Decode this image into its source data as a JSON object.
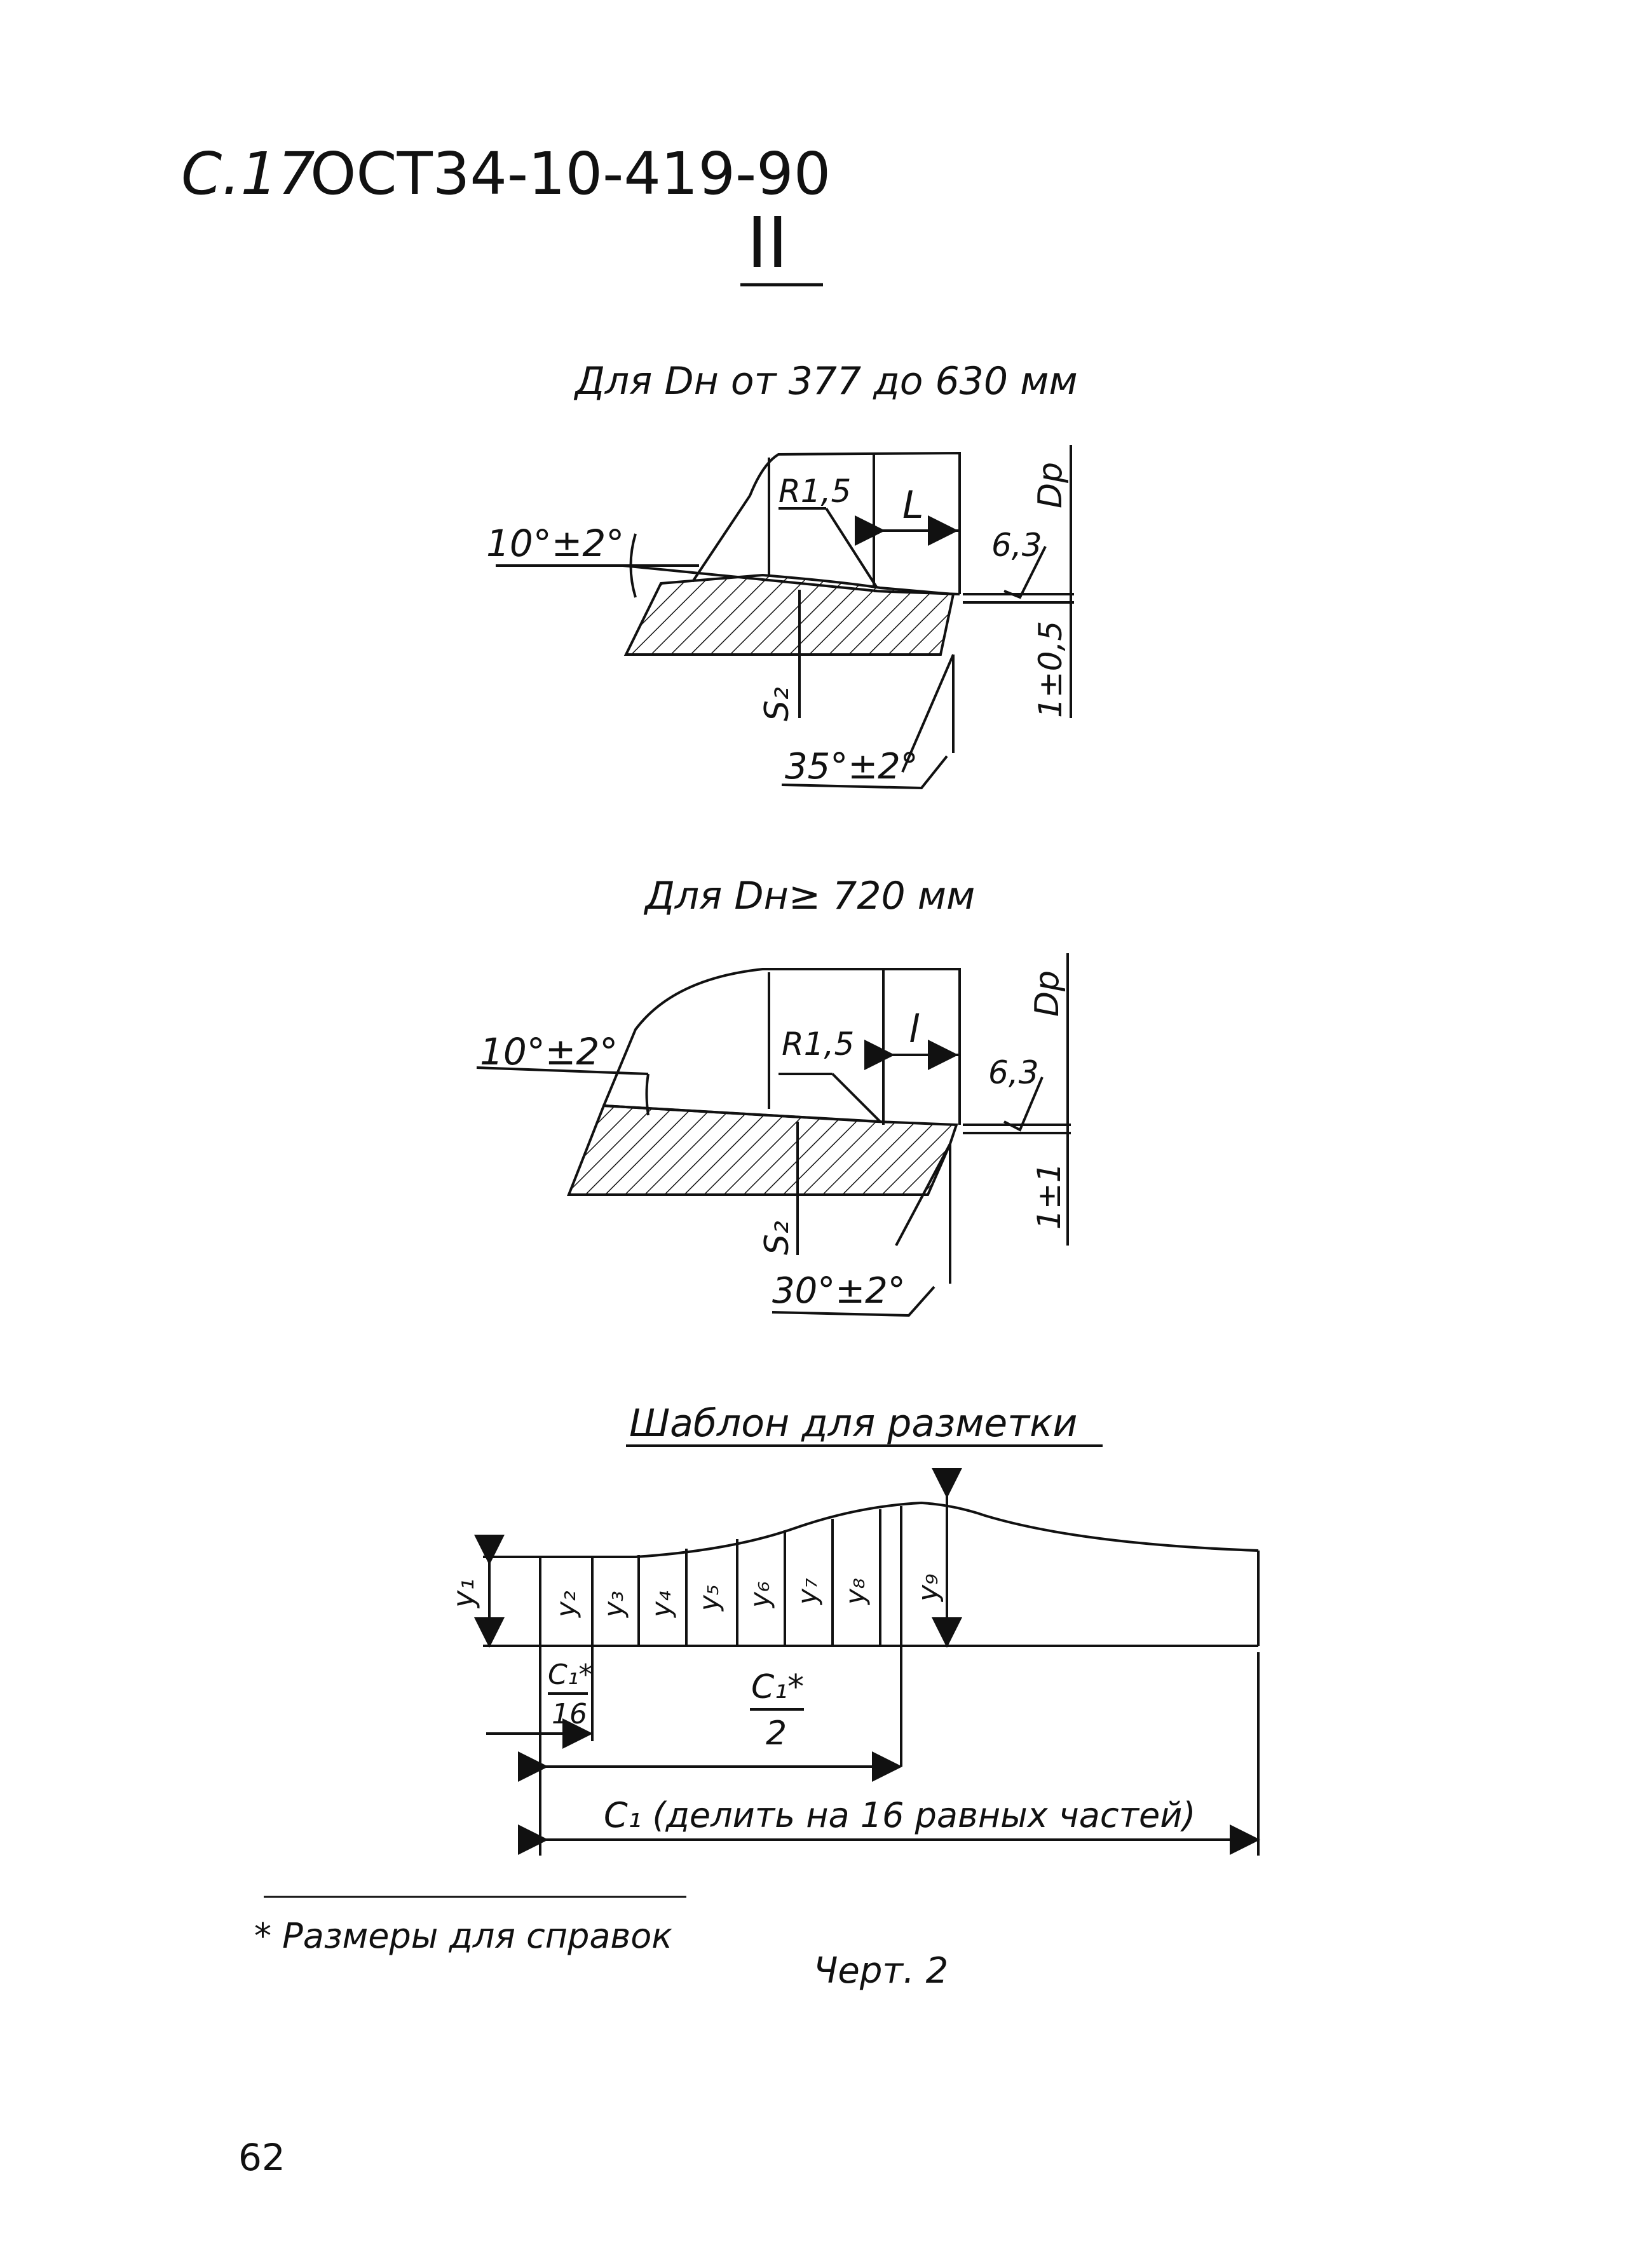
{
  "header": {
    "page_label": "С.17",
    "standard": "ОСТ34-10-419-90",
    "section": "II"
  },
  "section1": {
    "title": "Для Dн от 377 до 630 мм",
    "labels": {
      "angle_bevel": "10°±2°",
      "radius": "R1,5",
      "length": "L",
      "dp": "Dр",
      "roughness": "6,3",
      "s2": "S₂",
      "tol": "1±0,5",
      "angle_chamfer": "35°±2°"
    }
  },
  "section2": {
    "title": "Для Dн≥ 720 мм",
    "labels": {
      "angle_bevel": "10°±2°",
      "radius": "R1,5",
      "length": "l",
      "dp": "Dр",
      "roughness": "6,3",
      "s2": "S₂",
      "tol": "1±1",
      "angle_chamfer": "30°±2°"
    }
  },
  "template": {
    "title": "Шаблон для разметки",
    "y_labels": [
      "у₁",
      "у₂",
      "у₃",
      "у₄",
      "у₅",
      "у₆",
      "у₇",
      "у₈",
      "у₉"
    ],
    "c16_num": "C₁*",
    "c16_den": "16",
    "c2_num": "C₁*",
    "c2_den": "2",
    "c1_label": "C₁ (делить на 16 равных частей)"
  },
  "footnote": "* Размеры для справок",
  "caption": "Черт. 2",
  "page_number": "62"
}
